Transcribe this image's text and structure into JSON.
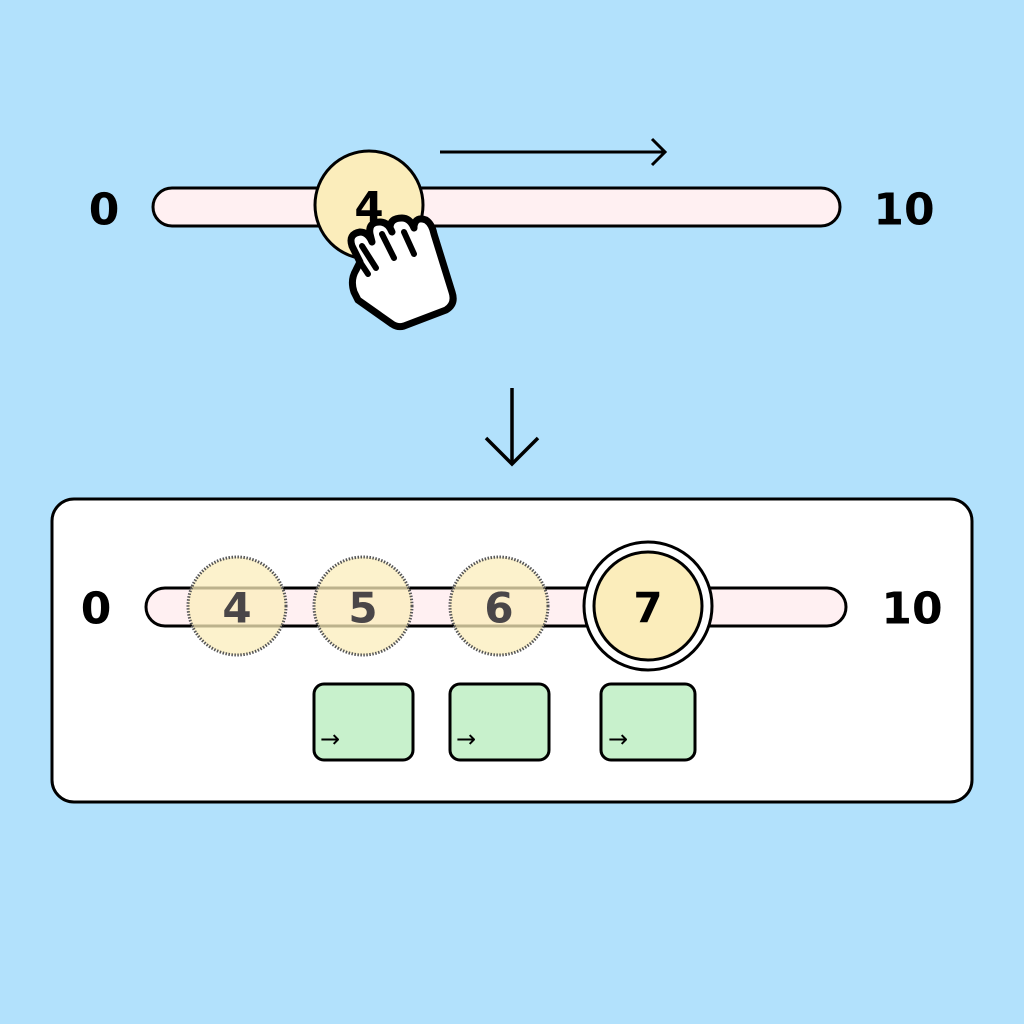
{
  "colors": {
    "background": "#b2e1fc",
    "track": "#fff0f2",
    "knob": "#fbedbb",
    "step_box": "#c8f1cc",
    "panel": "#ffffff"
  },
  "top_slider": {
    "min_label": "0",
    "max_label": "10",
    "thumb_value": "4",
    "drag_direction_icon": "arrow-right"
  },
  "transition_icon": "arrow-down",
  "result_panel": {
    "min_label": "0",
    "max_label": "10",
    "ghost_values": [
      "4",
      "5",
      "6"
    ],
    "final_value": "7",
    "step_keys": [
      {
        "label": "→"
      },
      {
        "label": "→"
      },
      {
        "label": "→"
      }
    ]
  }
}
